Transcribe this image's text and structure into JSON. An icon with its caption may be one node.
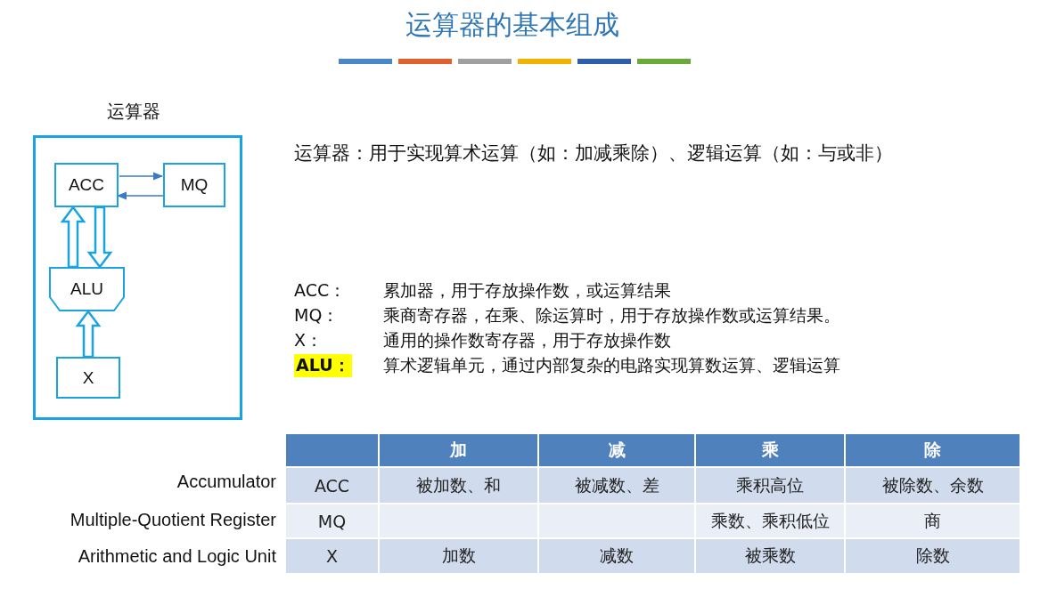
{
  "diagram": {
    "title": "运算器的基本组成",
    "nodes": [
      {
        "text": [],
        "shape": "box"
      },
      {
        "text": [
          "ACC"
        ],
        "in": 0
      },
      {
        "text": [
          "MQ"
        ],
        "in": 0
      },
      {
        "text": [
          "ALU"
        ],
        "in": 0
      },
      {
        "text": [
          "X"
        ],
        "in": 0
      }
    ],
    "edges": [
      {
        "from": 1,
        "to": 2,
        "arrow": "to"
      },
      {
        "from": 2,
        "to": 1,
        "arrow": "to"
      },
      {
        "from": 3,
        "to": 1,
        "arrow": "to",
        "style": "thick"
      },
      {
        "from": 1,
        "to": 3,
        "arrow": "to",
        "style": "thick"
      },
      {
        "from": 4,
        "to": 3,
        "arrow": "to",
        "style": "thick"
      }
    ],
    "labels": [
      "运算器",
      "运算器：用于实现算术运算（如：加减乘除）、逻辑运算（如：与或非）",
      "ACC：",
      "累加器，用于存放操作数，或运算结果",
      "MQ：",
      "乘商寄存器，在乘、除运算时，用于存放操作数或运算结果。",
      "X：",
      "通用的操作数寄存器，用于存放操作数",
      "ALU：",
      "算术逻辑单元，通过内部复杂的电路实现算数运算、逻辑运算",
      "加",
      "减",
      "乘",
      "除",
      "Accumulator",
      "ACC",
      "被加数、和",
      "被减数、差",
      "乘积高位",
      "被除数、余数",
      "Multiple-Quotient Register",
      "MQ",
      "乘数、乘积低位",
      "商",
      "Arithmetic and Logic Unit",
      "X",
      "加数",
      "减数",
      "被乘数",
      "除数"
    ]
  }
}
